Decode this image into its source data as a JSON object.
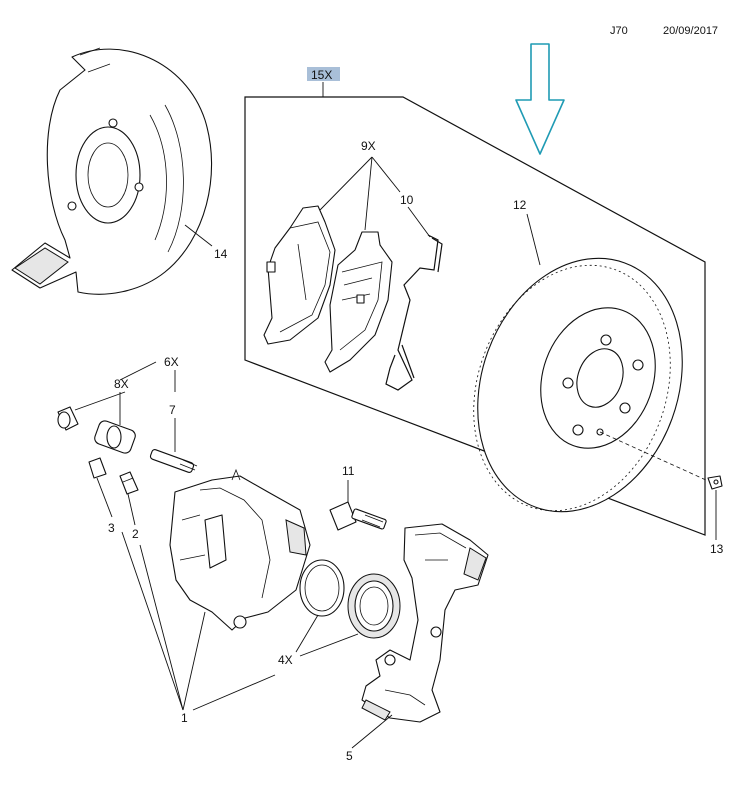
{
  "header": {
    "code": "J70",
    "date": "20/09/2017"
  },
  "callouts": {
    "c1": "1",
    "c2": "2",
    "c3": "3",
    "c4x": "4X",
    "c5": "5",
    "c6x": "6X",
    "c7": "7",
    "c8x": "8X",
    "c9x": "9X",
    "c10": "10",
    "c11": "11",
    "c12": "12",
    "c13": "13",
    "c14": "14",
    "c15x": "15X"
  },
  "colors": {
    "arrow": "#1f9bb4",
    "kit_badge": "#a9bfd8",
    "ink": "#111111"
  },
  "icons": {
    "direction": "down-arrow-icon"
  }
}
